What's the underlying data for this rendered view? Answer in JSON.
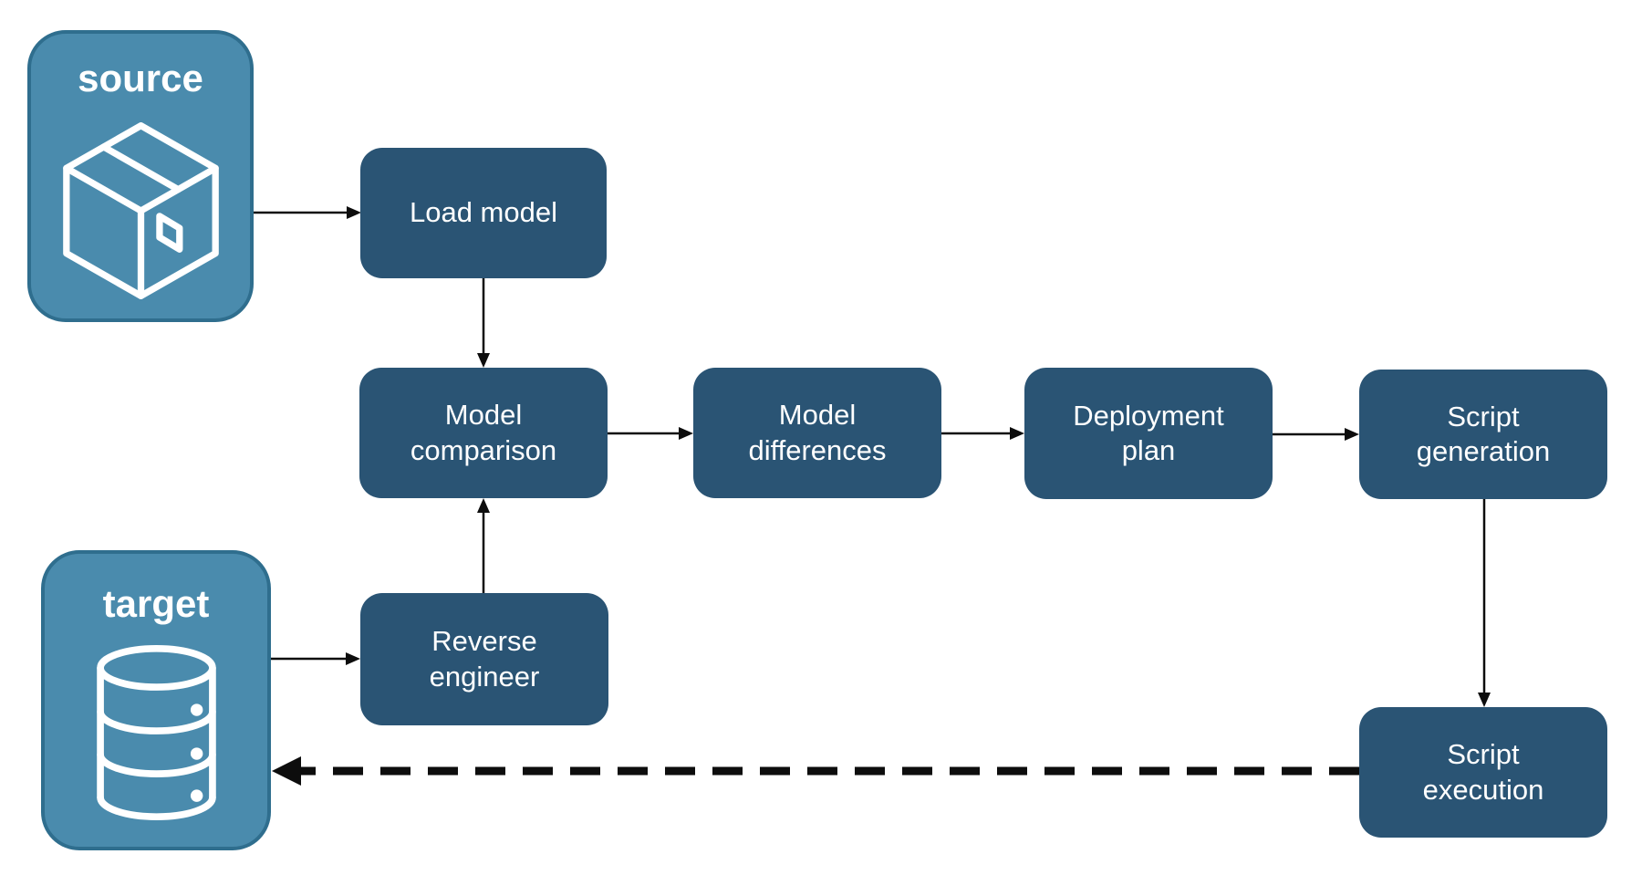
{
  "diagram": {
    "type": "flowchart",
    "description": "Database schema compare and deployment pipeline between a source package and a target database"
  },
  "colors": {
    "endpoint_fill": "#4a8bad",
    "endpoint_border": "#2f6e8e",
    "process_fill": "#2a5474",
    "label_text": "#ffffff",
    "arrow_color": "#0d0d0d",
    "canvas_bg": "#ffffff"
  },
  "nodes": {
    "source": {
      "label": "source",
      "kind": "endpoint",
      "icon": "package-icon"
    },
    "target": {
      "label": "target",
      "kind": "endpoint",
      "icon": "database-icon"
    },
    "load_model": {
      "label": "Load model",
      "kind": "process"
    },
    "model_comparison": {
      "label": "Model comparison",
      "kind": "process"
    },
    "model_differences": {
      "label": "Model differences",
      "kind": "process"
    },
    "deployment_plan": {
      "label": "Deployment plan",
      "kind": "process"
    },
    "script_generation": {
      "label": "Script generation",
      "kind": "process"
    },
    "reverse_engineer": {
      "label": "Reverse engineer",
      "kind": "process"
    },
    "script_execution": {
      "label": "Script execution",
      "kind": "process"
    }
  },
  "edges": [
    {
      "from": "source",
      "to": "load_model",
      "style": "solid-thin"
    },
    {
      "from": "load_model",
      "to": "model_comparison",
      "style": "solid-thin"
    },
    {
      "from": "model_comparison",
      "to": "model_differences",
      "style": "solid-thin"
    },
    {
      "from": "model_differences",
      "to": "deployment_plan",
      "style": "solid-thin"
    },
    {
      "from": "deployment_plan",
      "to": "script_generation",
      "style": "solid-thin"
    },
    {
      "from": "script_generation",
      "to": "script_execution",
      "style": "solid-thin"
    },
    {
      "from": "target",
      "to": "reverse_engineer",
      "style": "solid-thin"
    },
    {
      "from": "reverse_engineer",
      "to": "model_comparison",
      "style": "solid-thin"
    },
    {
      "from": "script_execution",
      "to": "target",
      "style": "dashed-bold"
    }
  ]
}
